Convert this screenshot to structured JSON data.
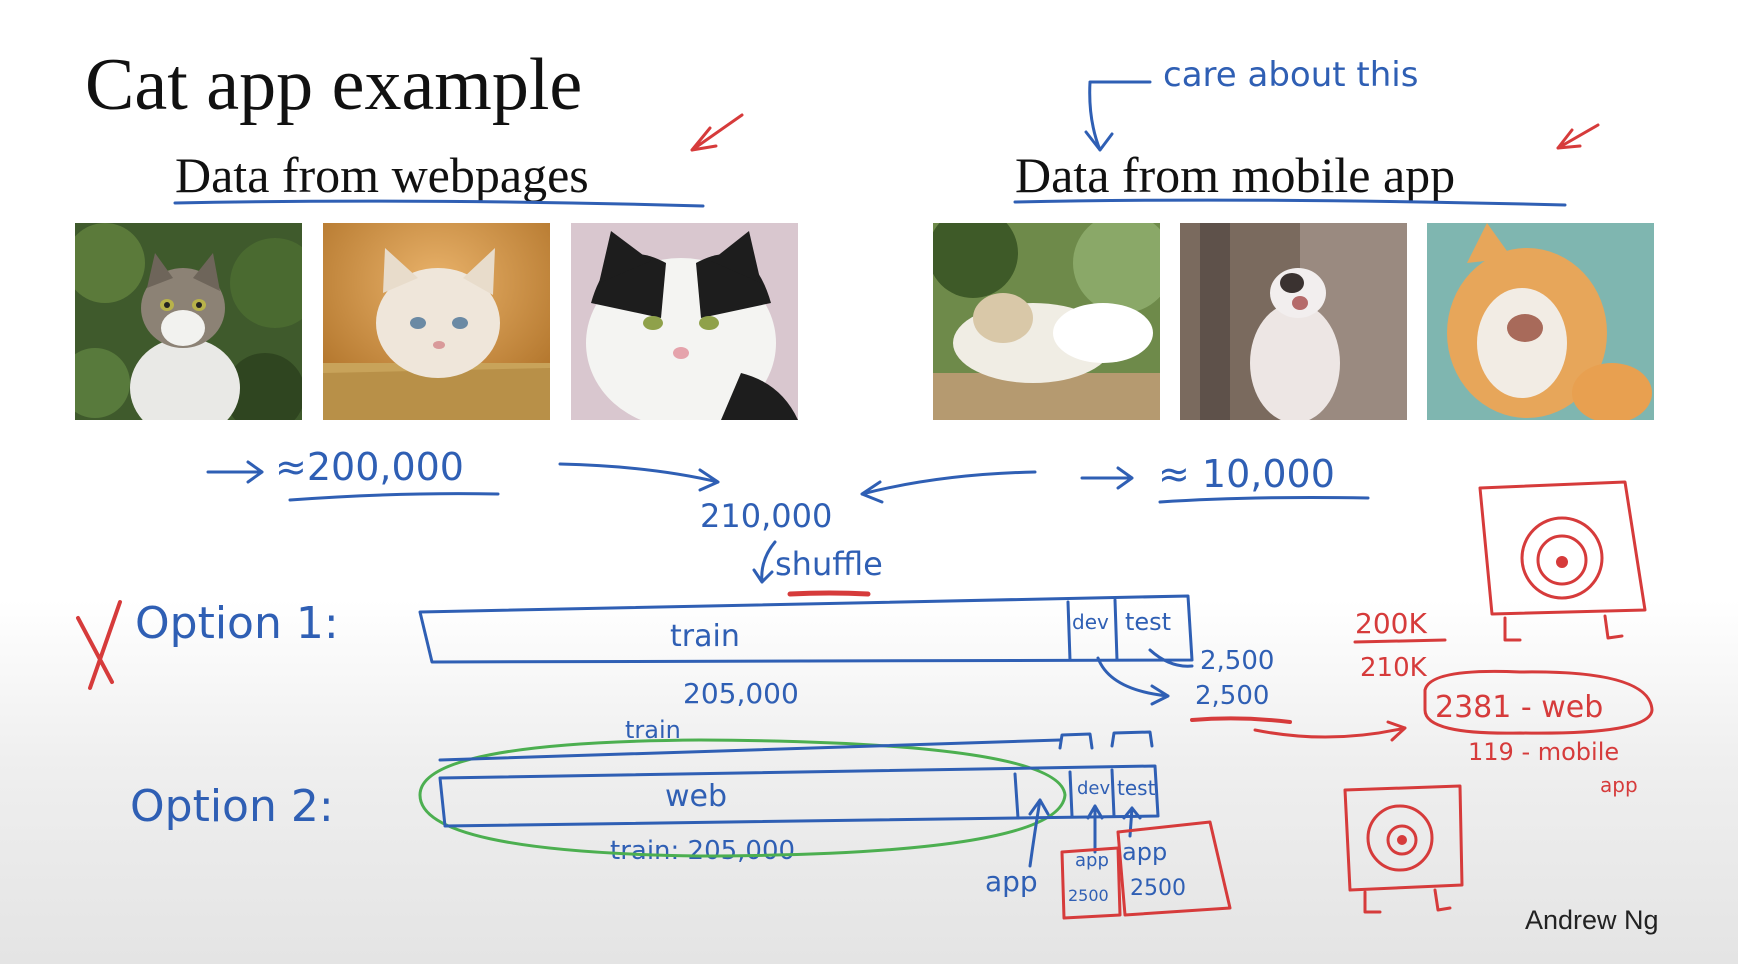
{
  "slide": {
    "title": "Cat app example",
    "credit": "Andrew Ng"
  },
  "sections": {
    "web": {
      "heading": "Data from webpages",
      "count": "≈200,000"
    },
    "mobile": {
      "heading": "Data from mobile app",
      "count": "≈ 10,000",
      "note": "care about this"
    }
  },
  "total": {
    "count": "210,000",
    "shuffle": "shuffle"
  },
  "option1": {
    "label": "Option 1:",
    "train": "train",
    "dev": "dev",
    "test": "test",
    "train_count": "205,000",
    "test_count": "2,500",
    "dev_count": "2,500",
    "ratio_num": "200K",
    "ratio_den": "210K",
    "web_count": "2381 - web",
    "mobile_count": "119 - mobile",
    "mobile_suffix": "app"
  },
  "option2": {
    "label": "Option 2:",
    "train": "train",
    "web": "web",
    "dev": "dev",
    "test": "test",
    "train_count": "train: 205,000",
    "app_label": "app",
    "dev_box": "app",
    "dev_box_count": "2500",
    "test_box": "app",
    "test_box_count": "2500"
  },
  "colors": {
    "ink_blue": "#2f5fb4",
    "ink_red": "#d63b3b",
    "ink_green": "#4caf50",
    "text": "#111111"
  }
}
